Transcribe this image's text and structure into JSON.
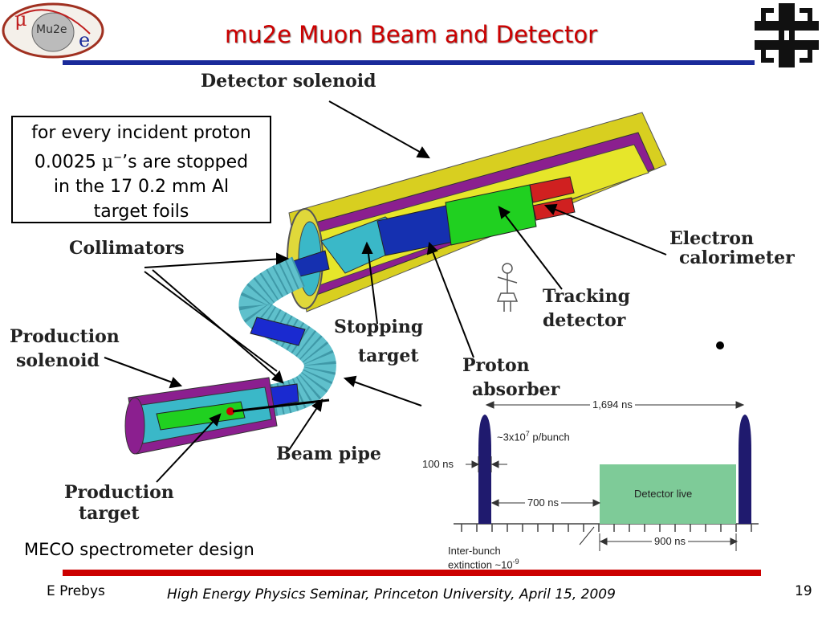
{
  "slide": {
    "title": "mu2e Muon Beam and Detector",
    "logo_text": "Mu2e",
    "logo_mu": "μ",
    "logo_e": "e",
    "note": {
      "line1": "for every incident proton",
      "line2a": "0.0025 ",
      "line2mu": "μ",
      "line2sup": "−",
      "line2b": "’s are stopped",
      "line3": "in the 17 0.2 mm Al",
      "line4": "target foils"
    },
    "labels": {
      "detector_solenoid": "Detector solenoid",
      "collimators": "Collimators",
      "electron_calorimeter_1": "Electron",
      "electron_calorimeter_2": "calorimeter",
      "tracking_detector_1": "Tracking",
      "tracking_detector_2": "detector",
      "stopping_target_1": "Stopping",
      "stopping_target_2": "target",
      "production_solenoid_1": "Production",
      "production_solenoid_2": "solenoid",
      "proton_absorber_1": "Proton",
      "proton_absorber_2": "absorber",
      "beam_pipe": "Beam pipe",
      "production_target_1": "Production",
      "production_target_2": "target"
    },
    "caption": "MECO spectrometer design",
    "timing": {
      "period": "1,694 ns",
      "bunch_a": "~3x10",
      "bunch_exp": "7",
      "bunch_b": " p/bunch",
      "pulse_width": "100 ns",
      "delay": "700 ns",
      "live_label": "Detector live",
      "live_width": "900 ns",
      "extinction_1": "Inter-bunch",
      "extinction_2a": "extinction ~10",
      "extinction_exp": "-9"
    },
    "footer": {
      "author": "E Prebys",
      "venue": "High Energy Physics Seminar, Princeton University, April 15, 2009",
      "page": "19"
    },
    "colors": {
      "title": "#cc0000",
      "top_rule": "#1a2a9a",
      "bottom_rule": "#cc0000",
      "pulse": "#1f1a6e",
      "live_window": "#7ecb98"
    }
  }
}
